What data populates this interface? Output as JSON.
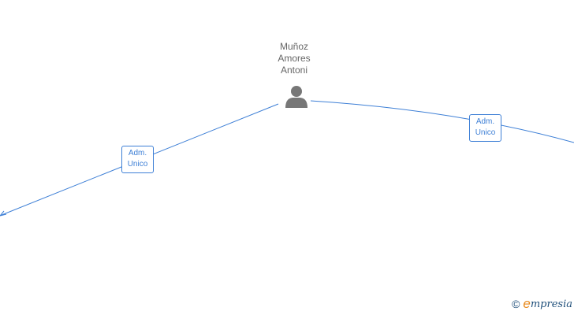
{
  "node": {
    "name_lines": [
      "Muñoz",
      "Amores",
      "Antoni"
    ],
    "icon": "person-icon",
    "icon_color": "#777777"
  },
  "edges": [
    {
      "label_lines": [
        "Adm.",
        "Unico"
      ]
    },
    {
      "label_lines": [
        "Adm.",
        "Unico"
      ]
    }
  ],
  "edge_color": "#3d7fd6",
  "watermark": {
    "symbol": "©",
    "brand_initial": "e",
    "brand_rest": "mpresia",
    "brand_color": "#1f4f7a",
    "initial_color": "#e8891c"
  }
}
